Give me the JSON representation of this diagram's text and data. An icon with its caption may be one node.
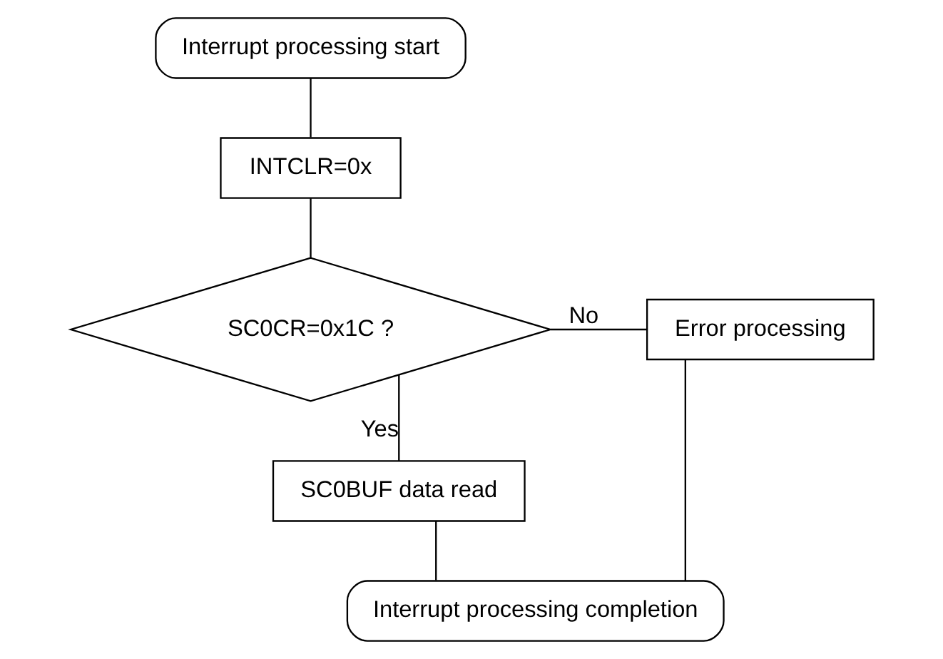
{
  "diagram": {
    "nodes": [
      {
        "text": [
          "Interrupt processing start"
        ]
      },
      {
        "text": [
          "INTCLR=0x"
        ]
      },
      {
        "text": [
          "SC0CR=0x1C ?"
        ]
      },
      {
        "text": [
          "Error processing"
        ]
      },
      {
        "text": [
          "SC0BUF data read"
        ]
      },
      {
        "text": [
          "Interrupt processing completion"
        ]
      }
    ],
    "edges": [
      {
        "from": 0,
        "to": 1,
        "arrow": "none"
      },
      {
        "from": 1,
        "to": 2,
        "arrow": "none"
      },
      {
        "from": 2,
        "to": 3,
        "arrow": "none",
        "label": "No"
      },
      {
        "from": 2,
        "to": 4,
        "arrow": "none",
        "label": "Yes"
      },
      {
        "from": 4,
        "to": 5,
        "arrow": "none"
      },
      {
        "from": 3,
        "to": 5,
        "arrow": "none"
      }
    ]
  }
}
